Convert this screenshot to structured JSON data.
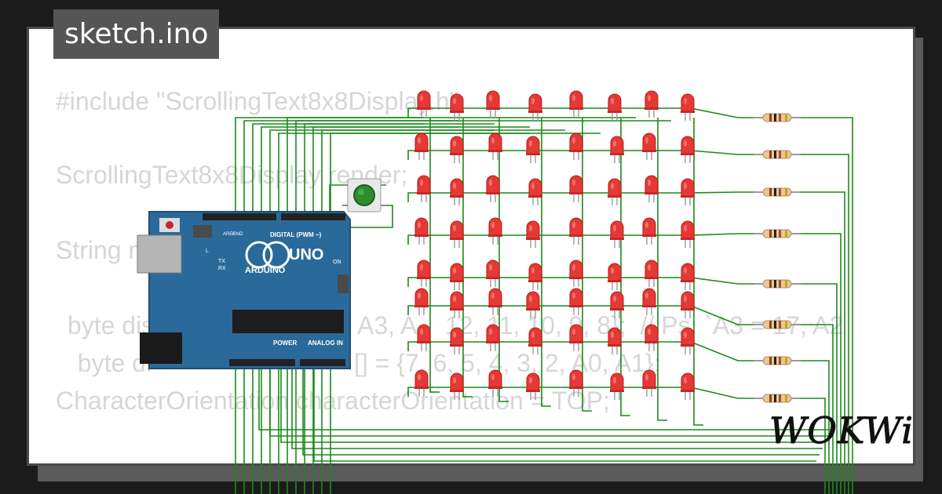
{
  "title": "sketch.ino",
  "code_lines": [
    "#include \"ScrollingText8x8Display.h\"",
    "ScrollingText8x8Display render;",
    "String m",
    " byte dis",
    "A3, A",
    "12, 11, 10, 9, 8};  // Ps: `A3 = 17, A2",
    "  byte di",
    "[] = {7, 6, 5, 4, 3, 2, A0, A1};",
    "CharacterOrientation characterOrientation = TOP;"
  ],
  "board": {
    "label_uno": "UNO",
    "label_arduino": "ARDUINO",
    "label_digital": "DIGITAL (PWM ~)",
    "label_power": "POWER",
    "label_analog": "ANALOG IN",
    "label_aref": "AREF",
    "label_gnd": "GND",
    "label_l": "L",
    "label_tx": "TX",
    "label_rx": "RX",
    "label_on": "ON"
  },
  "brand": "WOKWi",
  "colors": {
    "wire": "#1a8a1a",
    "led": "#e53935",
    "board": "#2a6a9a",
    "button": "#2e8b2e"
  }
}
